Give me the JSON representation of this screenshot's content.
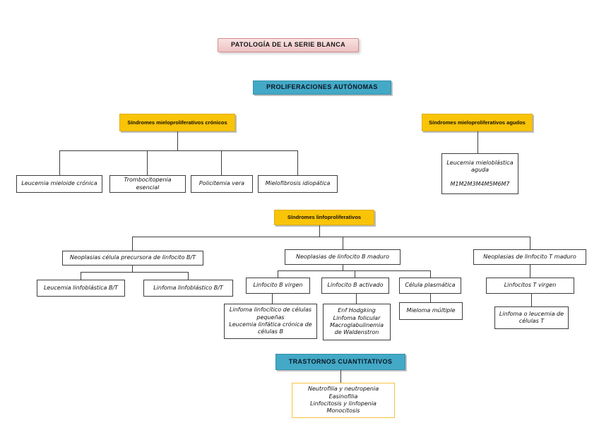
{
  "diagram": {
    "title": "PATOLOGÍA DE LA SERIE BLANCA",
    "colors": {
      "pink": "#eec3c3",
      "teal": "#43a9c6",
      "yellow": "#f9c408",
      "box_border": "#3d3d3d",
      "accent_border": "#f6c33f"
    },
    "headers": {
      "autonomas": "PROLIFERACIONES AUTÓNOMAS",
      "cuantitativos": "TRASTORNOS CUANTITATIVOS"
    },
    "nodes": {
      "cronicos": "Síndromes mieloproliferativos crónicos",
      "agudos": "Síndromes mieloproliferativos agudos",
      "linfoproliferativos": "Síndromes linfoproliferativos",
      "lmc": "Leucemia mieloide crónica",
      "trombocitopenia": "Trombocitopenia esencial",
      "policitemia": "Policitemia vera",
      "mielofibrosis": "Mielofibrosis idiopática",
      "lma": {
        "lines": [
          "Leucemia mieloblástica aguda",
          "M1M2M3M4M5M6M7"
        ]
      },
      "neo_precursora": "Neoplasias célula precursora de linfocito B/T",
      "neo_b_maduro": "Neoplasias de linfocito B maduro",
      "neo_t_maduro": "Neoplasias de linfocito T maduro",
      "leucemia_linfoblastica": "Leucemia linfoblástica B/T",
      "linfoma_linfoblastico": "Linfoma linfoblástico B/T",
      "b_virgen": "Linfocito B virgen",
      "b_activado": "Linfocito B activado",
      "celula_plasmatica": "Célula plasmática",
      "linfoma_linfocitico": {
        "lines": [
          "Linfoma linfocítico de células pequeñas",
          "Leucemia linfática crónica de células B"
        ]
      },
      "hodgking": {
        "lines": [
          "Enf Hodgking",
          "Linfoma folicular",
          "Macroglabulinemia de Waldenstron"
        ]
      },
      "mieloma": "Mieloma múltiple",
      "t_virgen": "Linfocitos T virgen",
      "linfoma_leucemia_t": "Linfoma o leucemia de células T",
      "cuantitativos_detalle": {
        "lines": [
          "Neutrofilia y neutropenia",
          "Easinofilia",
          "Linfocitosis y linfopenia",
          "Monocitosis"
        ]
      }
    }
  }
}
